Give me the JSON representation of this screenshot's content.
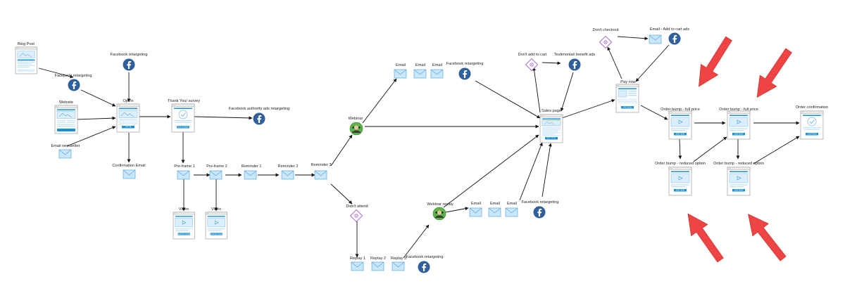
{
  "colors": {
    "page_stroke": "#9a9a9a",
    "blue": "#1a8fd8",
    "light_blue": "#bfe0f6",
    "email_fill": "#c9e6fa",
    "email_stroke": "#5da7dd",
    "fb": "#2f5f9c",
    "red": "#ee4444",
    "purple": "#a35bd1",
    "webinar": "#5cb34a",
    "arrow": "#111111"
  },
  "labels": {
    "blog_post": "Blog Post",
    "fb_retargeting_1": "Facebook retargeting",
    "fb_retargeting_2": "Facebook retargeting",
    "website": "Website",
    "email_newsletter": "Email newsletter",
    "opt_in": "Opt in",
    "confirmation_email": "Confirmation Email",
    "thank_you_survey": "Thank You/ survey",
    "fb_authority": "Facebook authority ads retargeting",
    "preframe_1": "Pre-frame 1",
    "preframe_2": "Pre-frame 2",
    "reminder_1": "Reminder 1",
    "reminder_2": "Reminder 2",
    "reminder_3": "Reminder 3",
    "video_1": "Video",
    "video_2": "Video",
    "webinar": "Webinar",
    "email_a": "Email",
    "email_b": "Email",
    "email_c": "Email",
    "fb_retargeting_3": "Facebook retargeting",
    "didnt_attend": "Didn't attend",
    "replay_1": "Replay 1",
    "replay_2": "Replay 2",
    "replay_3": "Replay 3",
    "fb_retargeting_4": "Facebook retargeting",
    "webinar_replay": "Webinar replay",
    "email_d": "Email",
    "email_e": "Email",
    "email_f": "Email",
    "fb_retargeting_5": "Facebook retargeting",
    "sales_page": "Sales page",
    "dont_add_to_cart": "Don't add to cart",
    "testimonial_ads": "Testimonial/ benefit ads",
    "dont_checkout": "Don't checkout",
    "email_add_to_cart": "Email - Add to cart ads",
    "pay_now": "Pay now",
    "order_bump_full_1": "Order bump - full price",
    "order_bump_reduced_1": "Order bump - reduced option",
    "order_bump_full_2": "Order bump - full price",
    "order_bump_reduced_2": "Order bump - reduced option",
    "order_confirmation": "Order confirmation"
  },
  "icons": {
    "facebook": "facebook-icon",
    "email": "email-icon",
    "webinar": "webinar-icon",
    "condition": "condition-diamond-icon",
    "annotation": "red-arrow-annotation"
  },
  "page_buttons": {
    "opt_in": "OPT IN",
    "thank_you_survey": "TAKE SURVEY",
    "preframe_1": "WATCH NOW",
    "preframe_2": "WATCH NOW",
    "sales_page": "BUY NOW",
    "pay_now": "PAY NOW",
    "order_bump_full_1": "ADD NOW",
    "order_bump_reduced_1": "ADD NOW",
    "order_bump_full_2": "ADD NOW",
    "order_bump_reduced_2": "ADD NOW",
    "order_confirmation": "CONTINUE"
  }
}
